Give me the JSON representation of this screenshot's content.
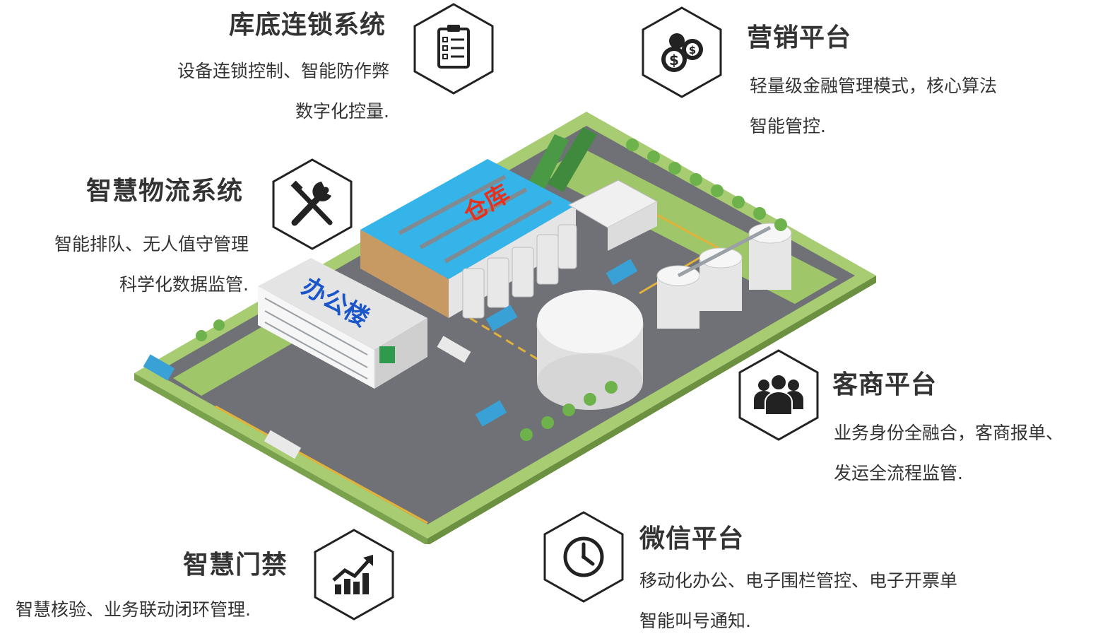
{
  "features": {
    "f1": {
      "title": "库底连锁系统",
      "lines": [
        "设备连锁控制、智能防作弊",
        "数字化控量."
      ],
      "icon": "clipboard-checklist-icon"
    },
    "f2": {
      "title": "营销平台",
      "lines": [
        "轻量级金融管理模式，核心算法",
        "智能管控."
      ],
      "icon": "coins-dollar-icon"
    },
    "f3": {
      "title": "智慧物流系统",
      "lines": [
        "智能排队、无人值守管理",
        "科学化数据监管."
      ],
      "icon": "wrench-screwdriver-icon"
    },
    "f4": {
      "title": "客商平台",
      "lines": [
        "业务身份全融合，客商报单、",
        "发运全流程监管."
      ],
      "icon": "user-group-icon"
    },
    "f5": {
      "title": "微信平台",
      "lines": [
        "移动化办公、电子围栏管控、电子开票单",
        "智能叫号通知."
      ],
      "icon": "clock-icon"
    },
    "f6": {
      "title": "智慧门禁",
      "lines": [
        "智慧核验、业务联动闭环管理."
      ],
      "icon": "bar-chart-growth-icon"
    }
  },
  "plant": {
    "warehouse_label": "仓库",
    "office_label": "办公楼",
    "colors": {
      "warehouse_roof": "#35b4ea",
      "warehouse_label": "#e8311c",
      "office_label": "#1a56c9",
      "ground": "#6f7176",
      "grass": "#9fc76a",
      "road_line": "#e2b23a"
    }
  }
}
